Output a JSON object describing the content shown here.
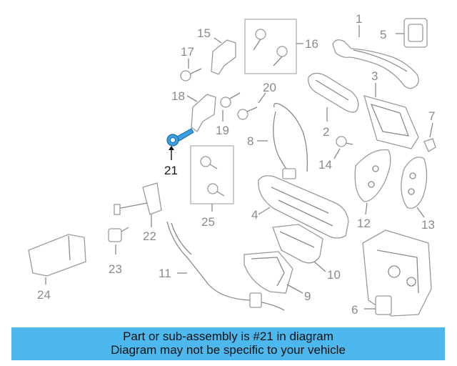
{
  "diagram": {
    "callouts": {
      "c1": "1",
      "c2": "2",
      "c3": "3",
      "c4": "4",
      "c5": "5",
      "c6": "6",
      "c7": "7",
      "c8": "8",
      "c9": "9",
      "c10": "10",
      "c11": "11",
      "c12": "12",
      "c13": "13",
      "c14": "14",
      "c15": "15",
      "c16": "16",
      "c17": "17",
      "c18": "18",
      "c19": "19",
      "c20": "20",
      "c21": "21",
      "c22": "22",
      "c23": "23",
      "c24": "24",
      "c25": "25"
    },
    "highlight_color": "#3a9ee0"
  },
  "caption": {
    "line1": "Part or sub-assembly is #21 in diagram",
    "line2": "Diagram may not be specific to your vehicle",
    "background": "#4db8ee"
  }
}
